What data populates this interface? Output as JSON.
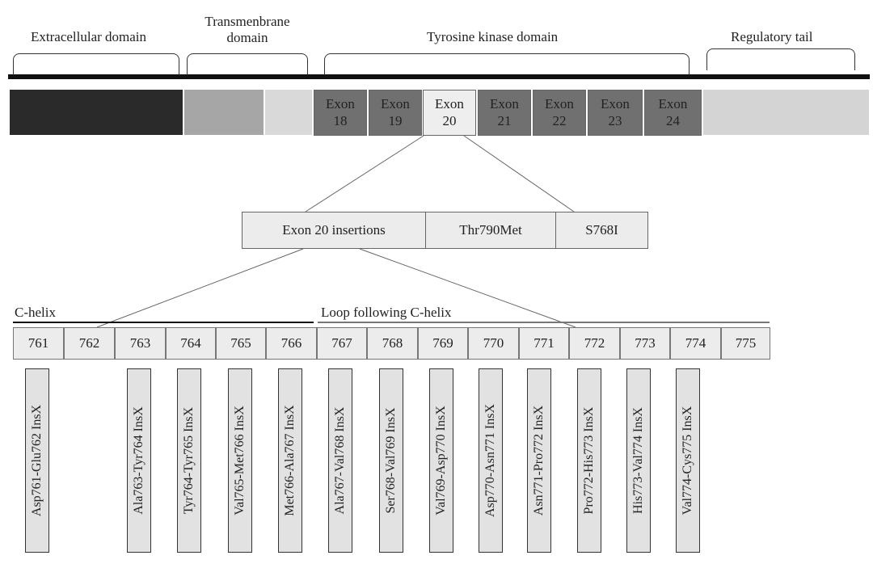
{
  "domains": {
    "extracellular": "Extracellular domain",
    "transmembrane_line1": "Transmenbrane",
    "transmembrane_line2": "domain",
    "tyrosine_kinase": "Tyrosine kinase domain",
    "regulatory": "Regulatory tail"
  },
  "exons": [
    {
      "word": "Exon",
      "num": "18"
    },
    {
      "word": "Exon",
      "num": "19"
    },
    {
      "word": "Exon",
      "num": "20"
    },
    {
      "word": "Exon",
      "num": "21"
    },
    {
      "word": "Exon",
      "num": "22"
    },
    {
      "word": "Exon",
      "num": "23"
    },
    {
      "word": "Exon",
      "num": "24"
    }
  ],
  "mutations": [
    "Exon 20 insertions",
    "Thr790Met",
    "S768I"
  ],
  "regions": {
    "c_helix": "C-helix",
    "loop": "Loop following C-helix"
  },
  "residues": [
    "761",
    "762",
    "763",
    "764",
    "765",
    "766",
    "767",
    "768",
    "769",
    "770",
    "771",
    "772",
    "773",
    "774",
    "775"
  ],
  "insertions": [
    "Asp761-Glu762 InsX",
    "Ala763-Tyr764 InsX",
    "Tyr764-Tyr765 InsX",
    "Val765-Met766 InsX",
    "Met766-Ala767 InsX",
    "Ala767-Val768 InsX",
    "Ser768-Val769 InsX",
    "Val769-Asp770 InsX",
    "Asp770-Asn771 InsX",
    "Asn771-Pro772 InsX",
    "Pro772-His773 InsX",
    "His773-Val774 InsX",
    "Val774-Cys775 InsX"
  ],
  "colors": {
    "extracellular": "#2a2a2a",
    "transmembrane": "#a6a6a6",
    "juxta": "#d9d9d9",
    "exon_dark": "#707070",
    "exon20": "#eeeeee",
    "regulatory": "#d4d4d4"
  }
}
